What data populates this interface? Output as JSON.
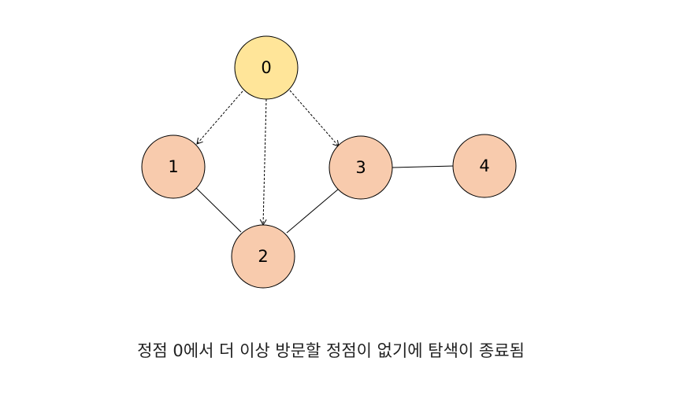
{
  "diagram": {
    "nodes": [
      {
        "id": "0",
        "label": "0",
        "state": "current",
        "color": "#FFE599"
      },
      {
        "id": "1",
        "label": "1",
        "state": "visited",
        "color": "#F8CBAD"
      },
      {
        "id": "2",
        "label": "2",
        "state": "visited",
        "color": "#F8CBAD"
      },
      {
        "id": "3",
        "label": "3",
        "state": "visited",
        "color": "#F8CBAD"
      },
      {
        "id": "4",
        "label": "4",
        "state": "visited",
        "color": "#F8CBAD"
      }
    ],
    "edges": [
      {
        "from": "0",
        "to": "1",
        "style": "dashed-arrow"
      },
      {
        "from": "0",
        "to": "2",
        "style": "dashed-arrow"
      },
      {
        "from": "0",
        "to": "3",
        "style": "dashed-arrow"
      },
      {
        "from": "1",
        "to": "2",
        "style": "solid"
      },
      {
        "from": "2",
        "to": "3",
        "style": "solid"
      },
      {
        "from": "3",
        "to": "4",
        "style": "solid"
      }
    ],
    "caption": "정점 0에서 더 이상 방문할 정점이 없기에 탐색이 종료됨"
  }
}
